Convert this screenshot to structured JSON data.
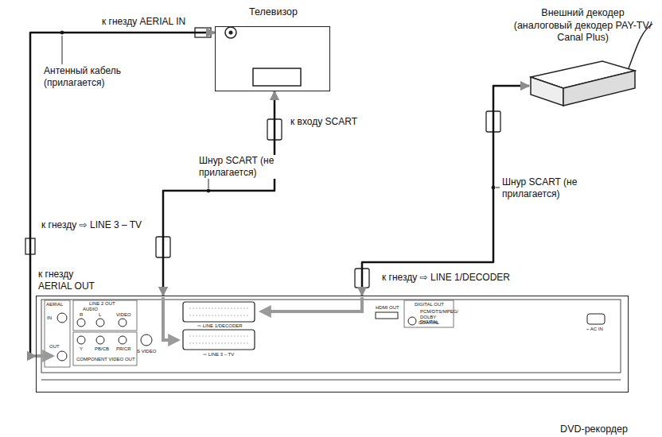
{
  "diagram": {
    "nodes": [
      {
        "text": [
          "Телевизор"
        ]
      },
      {
        "text": [
          "Внешний декодер (аналоговый декодер PAY-TV/ Canal Plus)"
        ]
      },
      {
        "text": [
          "DVD-рекордер"
        ]
      }
    ],
    "edges": [
      {
        "from": 2,
        "to": 0,
        "arrow": "both",
        "label": "Антенный кабель (прилагается)"
      },
      {
        "from": 2,
        "to": 0,
        "arrow": "both",
        "label": "Шнур SCART (не прилагается)"
      },
      {
        "from": 2,
        "to": 1,
        "arrow": "both",
        "label": "Шнур SCART (не прилагается)"
      }
    ],
    "labels": [
      "к гнезду AERIAL IN",
      "к входу SCART",
      "к гнезду ⇨ LINE 3 – TV",
      "к гнезду AERIAL OUT",
      "к гнезду ⇨ LINE 1/DECODER",
      "AERIAL",
      "IN",
      "OUT",
      "LINE 2 OUT",
      "AUDIO",
      "R",
      "L",
      "VIDEO",
      "Y",
      "PB/CB",
      "PR/CR",
      "COMPONENT VIDEO OUT",
      "S VIDEO",
      "⇨ LINE 1/DECODER",
      "⇨ LINE 3 – TV",
      "HDMI OUT",
      "DIGITAL OUT",
      "PCM/DTS/MPEG/ DOLBY DIGITAL",
      "COAXIAL",
      "~ AC IN"
    ]
  }
}
